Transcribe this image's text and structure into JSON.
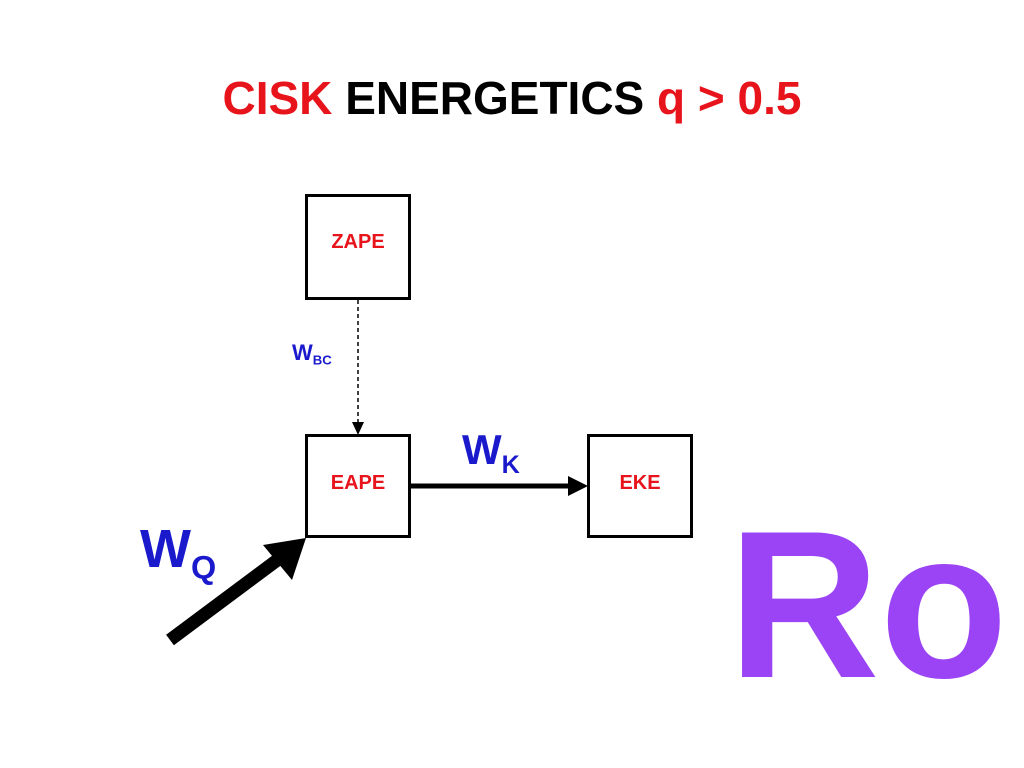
{
  "title": {
    "part1": "CISK",
    "part2": "ENERGETICS",
    "part3": "q > 0.5"
  },
  "boxes": {
    "zape": "ZAPE",
    "eape": "EAPE",
    "eke": "EKE"
  },
  "arrows": {
    "wbc": {
      "main": "W",
      "sub": "BC"
    },
    "wk": {
      "main": "W",
      "sub": "K"
    },
    "wq": {
      "main": "W",
      "sub": "Q"
    }
  },
  "side_text": "Ro",
  "colors": {
    "red": "#e8141c",
    "black": "#000000",
    "blue": "#1a1acc",
    "purple": "#9b44f5"
  }
}
